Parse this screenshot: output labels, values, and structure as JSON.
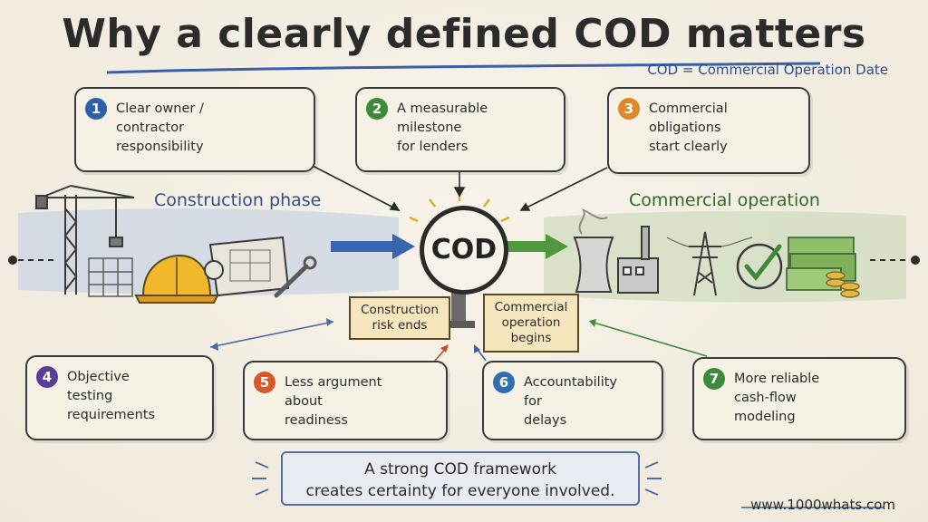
{
  "title": "Why a clearly defined COD matters",
  "subtitle": "COD = Commercial Operation Date",
  "phases": {
    "construction": "Construction phase",
    "commercial": "Commercial operation"
  },
  "center": {
    "label": "COD",
    "left_tag": "Construction\nrisk ends",
    "right_tag": "Commercial\noperation\nbegins"
  },
  "cards": [
    {
      "number": "1",
      "text": "Clear owner /\ncontractor\nresponsibility",
      "color": "#2f5fa8"
    },
    {
      "number": "2",
      "text": "A measurable\nmilestone\nfor lenders",
      "color": "#3f8a3a"
    },
    {
      "number": "3",
      "text": "Commercial\nobligations\nstart clearly",
      "color": "#e0872a"
    },
    {
      "number": "4",
      "text": "Objective\ntesting\nrequirements",
      "color": "#5a3f9a"
    },
    {
      "number": "5",
      "text": "Less argument\nabout\nreadiness",
      "color": "#d55a2a"
    },
    {
      "number": "6",
      "text": "Accountability\nfor\ndelays",
      "color": "#2f6fb0"
    },
    {
      "number": "7",
      "text": "More reliable\ncash-flow\nmodeling",
      "color": "#3f8a3a"
    }
  ],
  "footer": {
    "statement": "A strong COD framework\ncreates certainty for everyone involved.",
    "website": "www.1000whats.com"
  },
  "colors": {
    "construction": "#2f4f8f",
    "commercial": "#2f6b2a",
    "ink": "#2b2b2b"
  },
  "icons": [
    "handshake-icon",
    "bank-icon",
    "checklist-icon",
    "clipboard-icon",
    "no-argument-icon",
    "hourglass-icon",
    "bar-chart-icon",
    "crane-icon",
    "hard-hat-icon",
    "blueprint-icon",
    "wrench-icon",
    "power-plant-icon",
    "pylon-icon",
    "checkmark-icon",
    "money-icon"
  ]
}
